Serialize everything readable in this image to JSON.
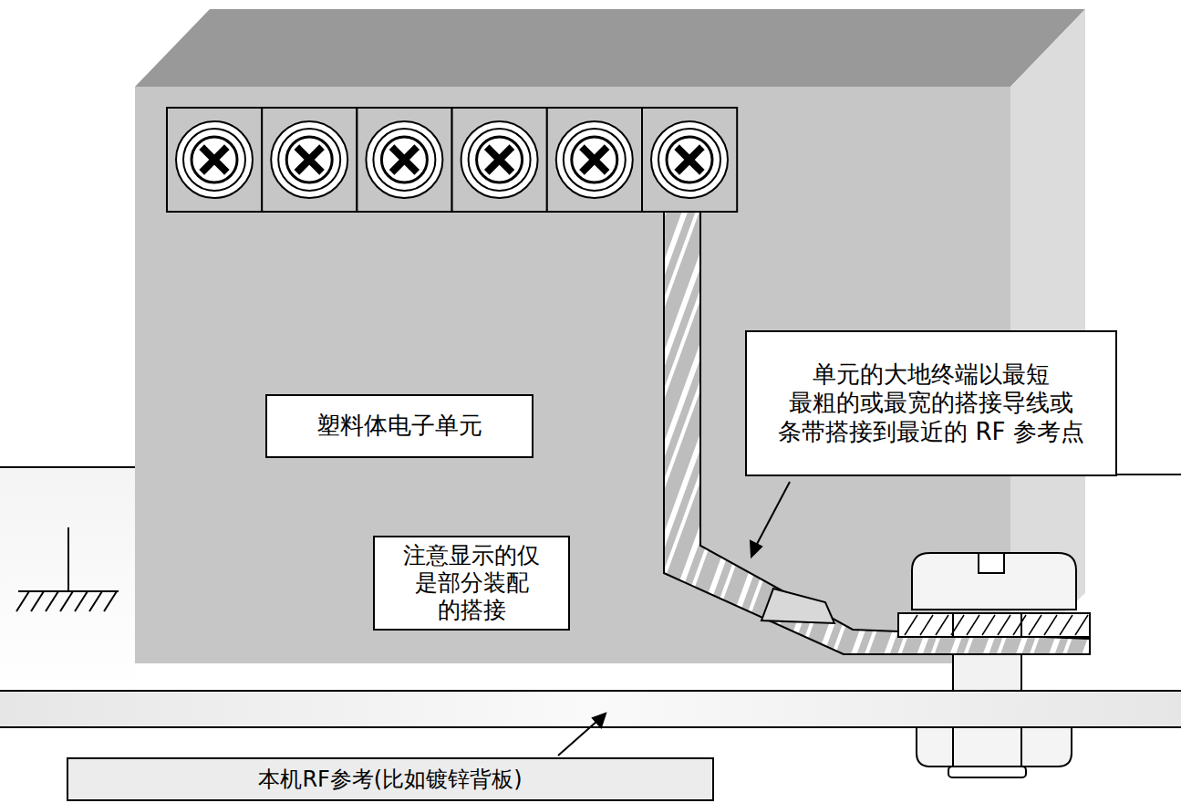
{
  "diagram": {
    "nodes": [
      {
        "text": [
          "单元的大地终端以最短 最粗的或最宽的搭接导线或 条带搭接到最近的 RF 参考点"
        ]
      },
      {
        "text": [
          "塑料体电子单元"
        ]
      },
      {
        "text": [
          "注意显示的仅 是部分装配 的搭接"
        ]
      },
      {
        "text": [
          "本机RF参考(比如镀锌背板)"
        ]
      }
    ],
    "edges": []
  }
}
